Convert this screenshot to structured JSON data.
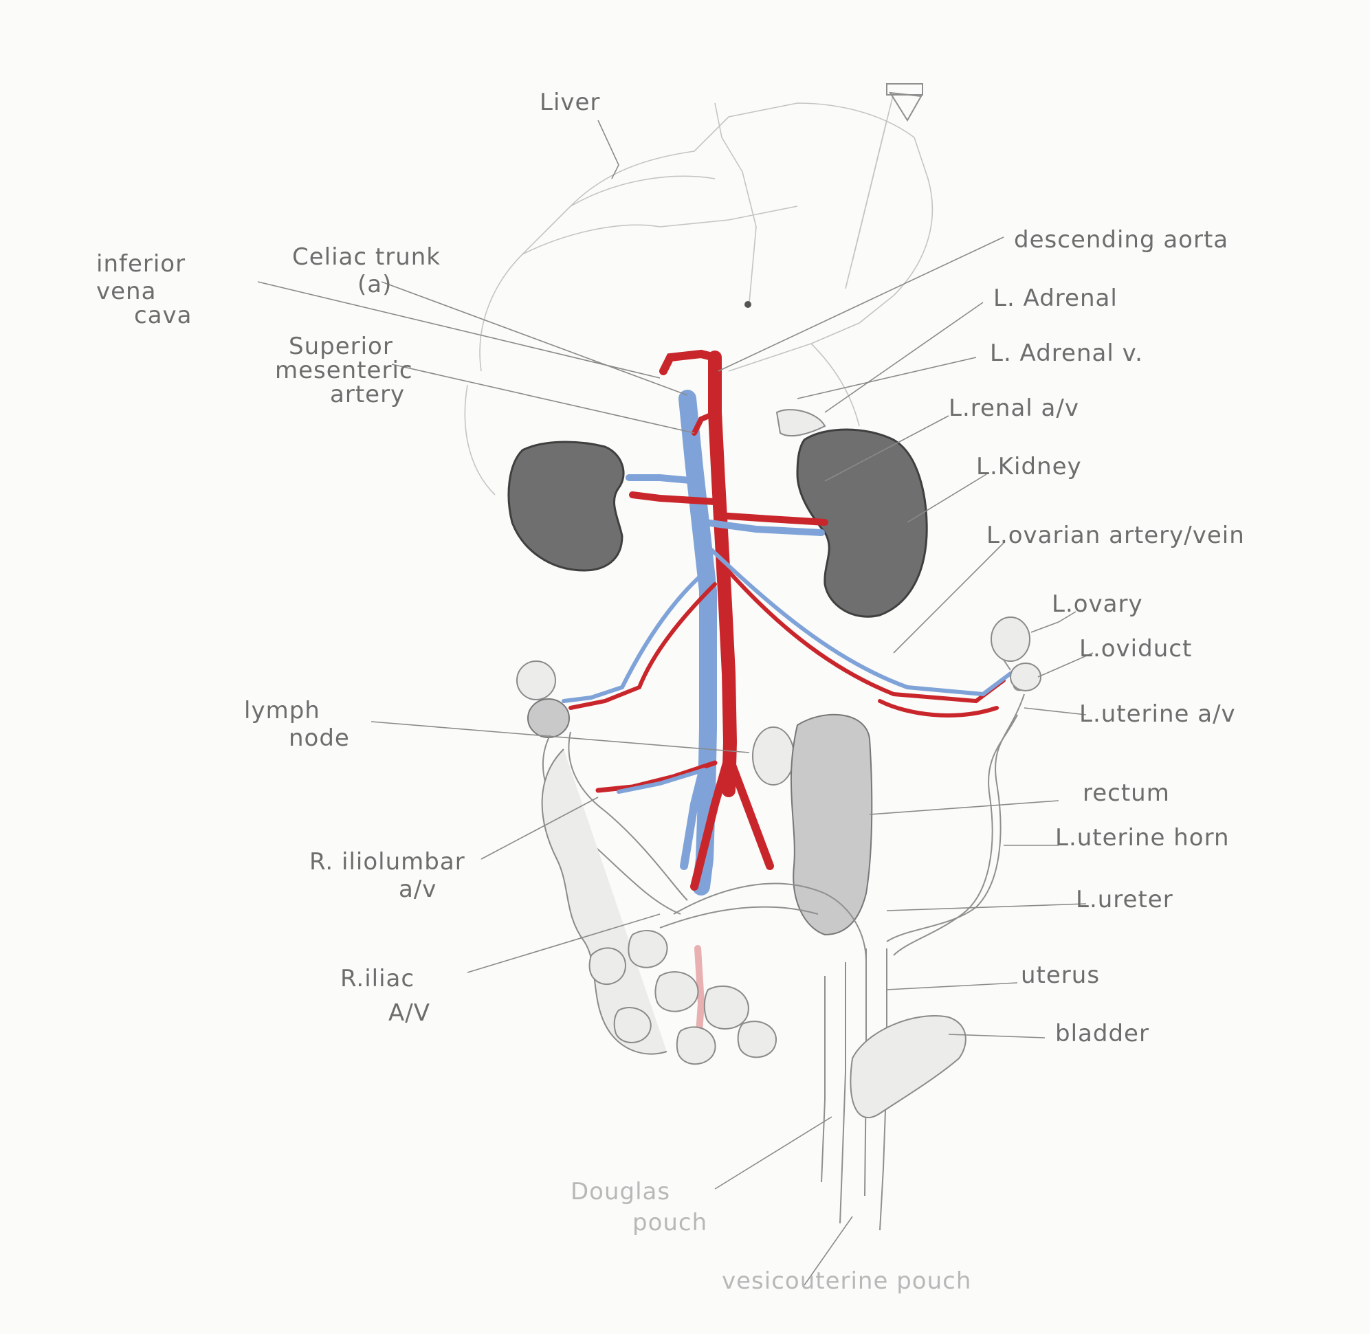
{
  "labels": {
    "liver": "Liver",
    "inferior_vena_cava_1": "inferior",
    "inferior_vena_cava_2": "vena",
    "inferior_vena_cava_3": "cava",
    "celiac_trunk_1": "Celiac trunk",
    "celiac_trunk_2": "(a)",
    "superior_mesenteric_1": "Superior",
    "superior_mesenteric_2": "mesenteric",
    "superior_mesenteric_3": "artery",
    "descending_aorta": "descending aorta",
    "l_adrenal": "L. Adrenal",
    "l_adrenal_v": "L. Adrenal v.",
    "renal_av": "L.renal a/v",
    "kidney": "L.Kidney",
    "ovarian": "L.ovarian artery/vein",
    "ovary": "L.ovary",
    "oviduct": "L.oviduct",
    "uterine_av": "L.uterine a/v",
    "lymph_node_1": "lymph",
    "lymph_node_2": "node",
    "rectum": "rectum",
    "uterine_horn": "L.uterine horn",
    "ureter": "L.ureter",
    "iliolumbar_1": "R. iliolumbar",
    "iliolumbar_2": "a/v",
    "iliac_1": "R.iliac",
    "iliac_2": "A/V",
    "uterus": "uterus",
    "bladder": "bladder",
    "douglas_1": "Douglas",
    "douglas_2": "pouch",
    "vesicouterine": "vesicouterine pouch"
  },
  "colors": {
    "artery": "#c9262c",
    "vein": "#7fa3d8",
    "pencil": "#8f8f8f",
    "label": "#6d6d6d"
  }
}
